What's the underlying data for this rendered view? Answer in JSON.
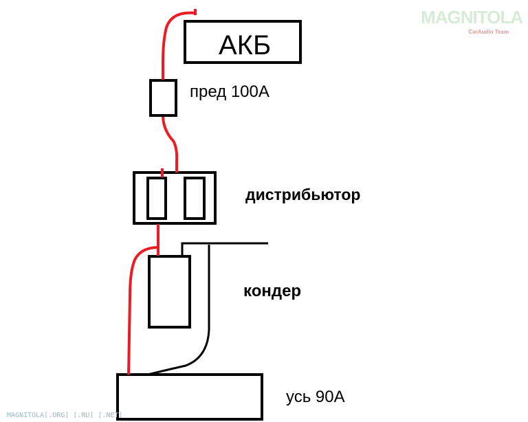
{
  "labels": {
    "battery": "АКБ",
    "fuse": "пред 100А",
    "distributor": "дистрибьютор",
    "capacitor": "кондер",
    "amplifier": "усь 90А"
  },
  "watermark": {
    "main": "MAGNITOLA",
    "sub": "CarAudio Team",
    "footer": "MAGNITOLA[.ORG] [.RU] [.NET]"
  },
  "colors": {
    "power_wire": "#ed1c24",
    "ground_wire": "#000000"
  }
}
